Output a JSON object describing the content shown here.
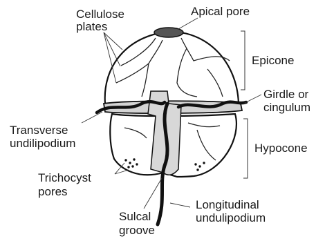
{
  "labels": {
    "cellulose_plates_1": "Cellulose",
    "cellulose_plates_2": "plates",
    "apical_pore": "Apical pore",
    "epicone": "Epicone",
    "girdle_1": "Girdle or",
    "girdle_2": "cingulum",
    "transverse_1": "Transverse",
    "transverse_2": "undilipodium",
    "hypocone": "Hypocone",
    "trichocyst_1": "Trichocyst",
    "trichocyst_2": "pores",
    "longitudinal_1": "Longitudinal",
    "longitudinal_2": "undulipodium",
    "sulcal_1": "Sulcal",
    "sulcal_2": "groove"
  }
}
